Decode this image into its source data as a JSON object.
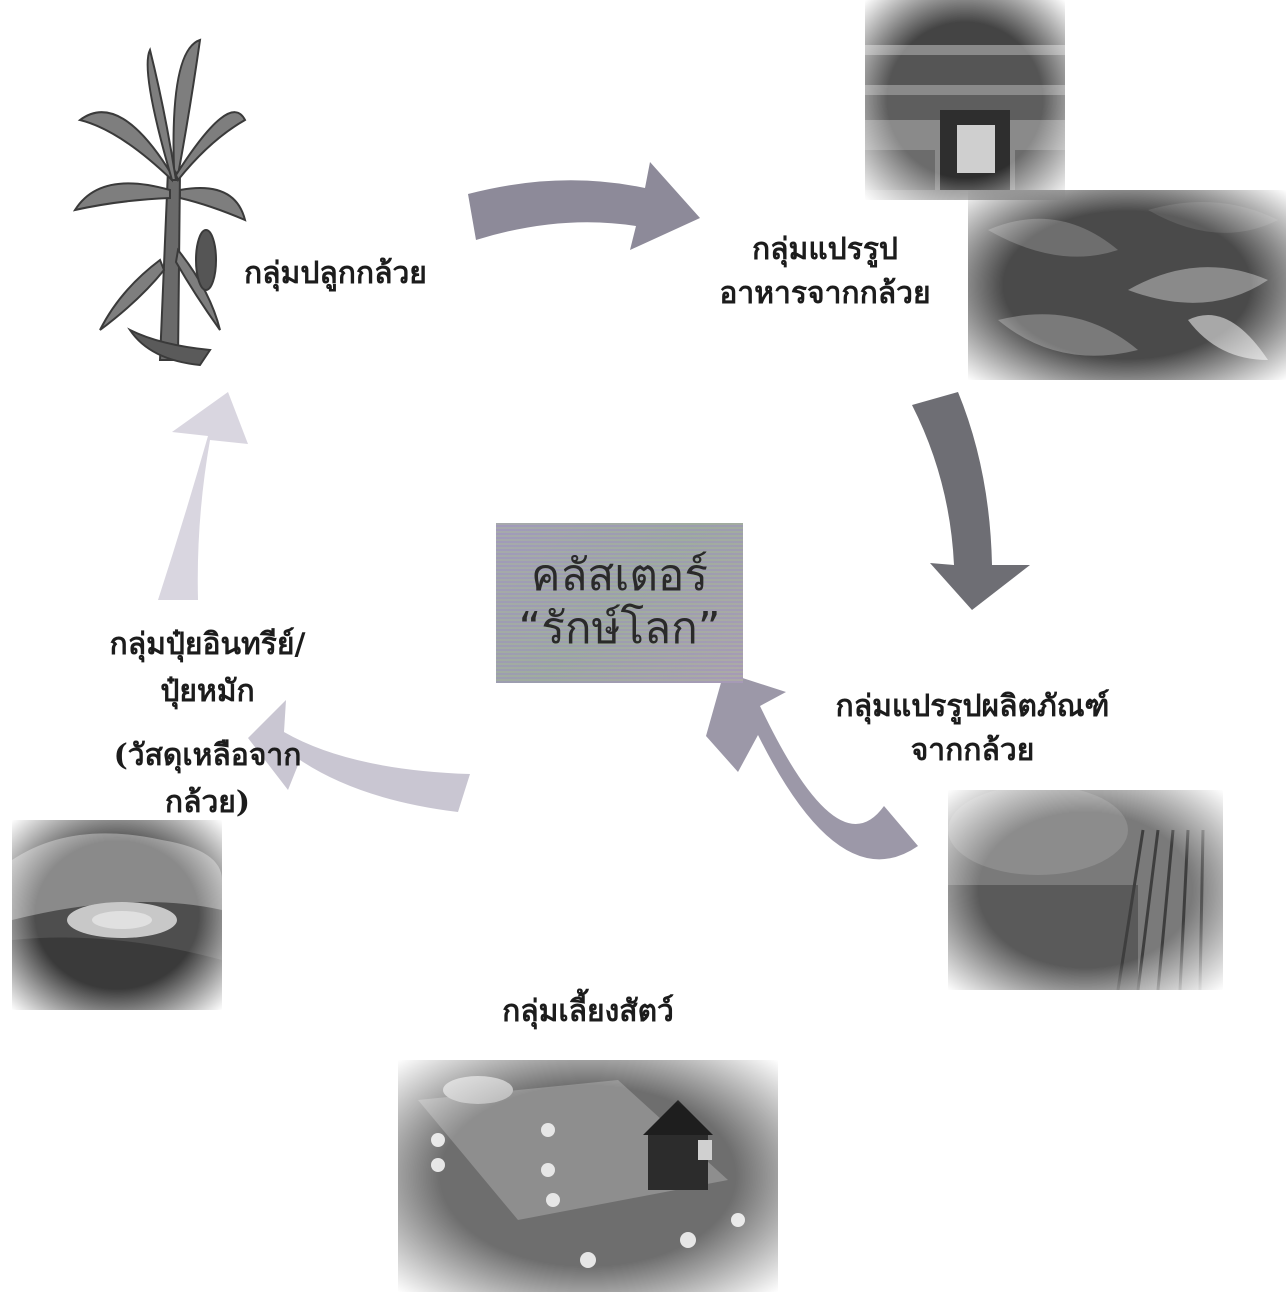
{
  "center": {
    "line1": "คลัสเตอร์",
    "line2": "“รักษ์โลก”"
  },
  "nodes": {
    "planting": {
      "line1": "กลุ่มปลูกกล้วย"
    },
    "food": {
      "line1": "กลุ่มแปรรูป",
      "line2": "อาหารจากกล้วย"
    },
    "products": {
      "line1": "กลุ่มแปรรูปผลิตภัณฑ์",
      "line2": "จากกล้วย"
    },
    "livestock": {
      "line1": "กลุ่มเลี้ยงสัตว์"
    },
    "fertilizer": {
      "line1": "กลุ่มปุ๋ยอินทรีย์/",
      "line2": "ปุ๋ยหมัก",
      "line3": "(วัสดุเหลือจาก",
      "line4": "กล้วย)"
    }
  },
  "colors": {
    "arrow_dark": "#6e6e74",
    "arrow_mid": "#9a97a6",
    "arrow_light": "#c9c6d2",
    "arrow_pale": "#d9d6e0"
  }
}
